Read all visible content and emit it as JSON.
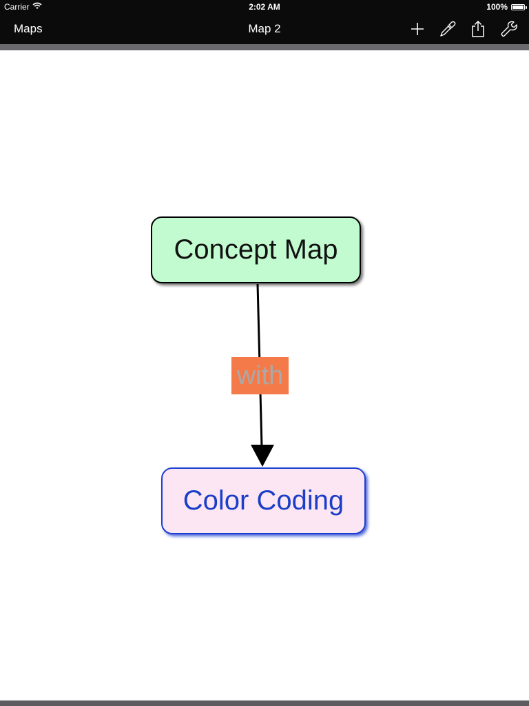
{
  "status_bar": {
    "carrier": "Carrier",
    "time": "2:02 AM",
    "battery": "100%"
  },
  "nav": {
    "back_label": "Maps",
    "title": "Map 2",
    "icons": [
      "plus-icon",
      "eyedropper-icon",
      "share-icon",
      "wrench-icon"
    ]
  },
  "map": {
    "nodes": [
      {
        "label": "Concept Map",
        "fill": "#c3fbd0",
        "border": "#000000",
        "text_color": "#111111"
      },
      {
        "label": "Color Coding",
        "fill": "#fde6f3",
        "border": "#1d3fd0",
        "text_color": "#1a3ec8"
      }
    ],
    "link": {
      "label": "with",
      "fill": "#f47a4a",
      "text_color": "#a9a9a9"
    }
  }
}
